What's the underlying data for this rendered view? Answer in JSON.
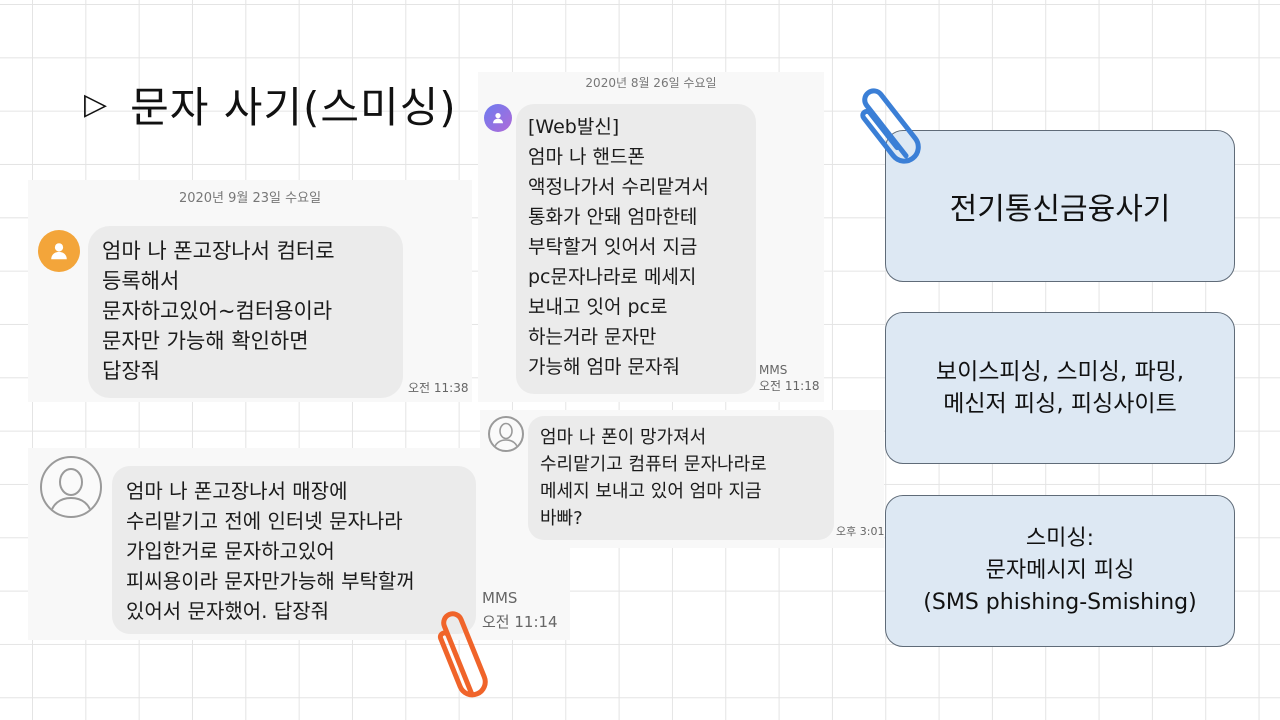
{
  "title": {
    "bullet": "▷",
    "text": "문자 사기(스미싱)"
  },
  "shot_sep23": {
    "date": "2020년 9월 23일 수요일",
    "lines": [
      "엄마 나 폰고장나서 컴터로",
      "등록해서",
      "문자하고있어~컴터용이라",
      "문자만 가능해 확인하면",
      "답장줘"
    ],
    "time": "오전 11:38"
  },
  "shot_aug26": {
    "date": "2020년 8월 26일 수요일",
    "lines": [
      "[Web발신]",
      "엄마 나 핸드폰",
      "액정나가서 수리맡겨서",
      "통화가 안돼 엄마한테",
      "부탁할거 잇어서 지금",
      "pc문자나라로 메세지",
      "보내고 잇어 pc로",
      "하는거라 문자만",
      "가능해 엄마 문자줘"
    ],
    "type_label": "MMS",
    "time": "오전 11:18"
  },
  "shot_store": {
    "lines": [
      "엄마 나 폰고장나서 매장에",
      "수리맡기고 전에 인터넷 문자나라",
      "가입한거로 문자하고있어",
      "피씨용이라 문자만가능해 부탁할꺼",
      "있어서 문자했어. 답장줘"
    ],
    "type_label": "MMS",
    "time": "오전 11:14"
  },
  "shot_pm": {
    "lines": [
      "엄마 나 폰이 망가져서",
      "수리맡기고 컴퓨터 문자나라로",
      "메세지 보내고 있어 엄마 지금",
      "바빠?"
    ],
    "time": "오후 3:01"
  },
  "boxes": {
    "telecom_fraud": [
      "전기통신금융사기"
    ],
    "types": [
      "보이스피싱, 스미싱, 파밍,",
      "메신저 피싱, 피싱사이트"
    ],
    "smishing": [
      "스미싱:",
      "문자메시지 피싱",
      "(SMS phishing-Smishing)"
    ]
  },
  "icons": {
    "bullet": "triangle-right-icon",
    "avatar_orange": "person-icon",
    "avatar_purple": "person-icon",
    "avatar_outline": "person-outline-icon",
    "clip_blue": "paperclip-icon",
    "clip_orange": "paperclip-icon"
  },
  "colors": {
    "box_fill": "#dde8f3",
    "box_border": "#5f6b78",
    "bubble": "#ebebeb",
    "avatar_orange": "#f3a53a",
    "clip_blue": "#3b7fd6",
    "clip_orange": "#f0642a"
  }
}
